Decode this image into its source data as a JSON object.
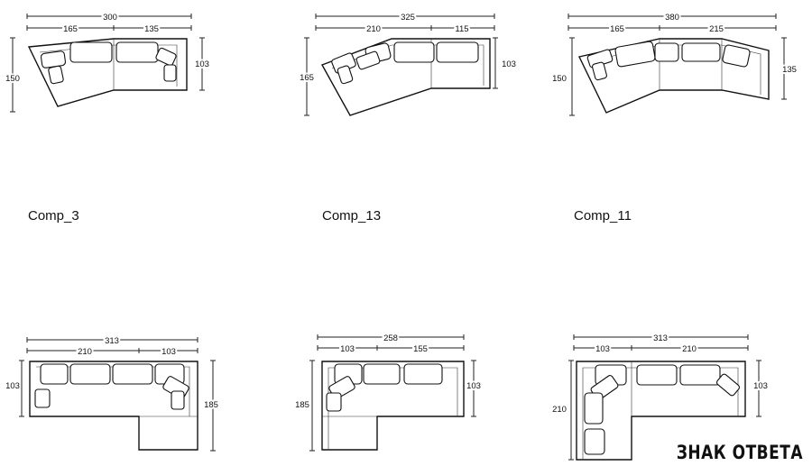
{
  "labels": {
    "comp3": "Comp_3",
    "comp13": "Comp_13",
    "comp11": "Comp_11"
  },
  "watermark": "ЗНАК ОТВЕТА",
  "dims": {
    "c3_total": "300",
    "c3_a": "165",
    "c3_b": "135",
    "c3_left": "150",
    "c3_right": "103",
    "c13_total": "325",
    "c13_a": "210",
    "c13_b": "115",
    "c13_left": "165",
    "c13_right": "103",
    "c11_total": "380",
    "c11_a": "165",
    "c11_b": "215",
    "c11_left": "150",
    "c11_right": "135",
    "b1_total": "313",
    "b1_a": "210",
    "b1_b": "103",
    "b1_left": "103",
    "b1_right": "185",
    "b2_total": "258",
    "b2_a": "103",
    "b2_b": "155",
    "b2_left": "185",
    "b2_right": "103",
    "b3_total": "313",
    "b3_a": "103",
    "b3_b": "210",
    "b3_left": "210",
    "b3_right": "103"
  }
}
